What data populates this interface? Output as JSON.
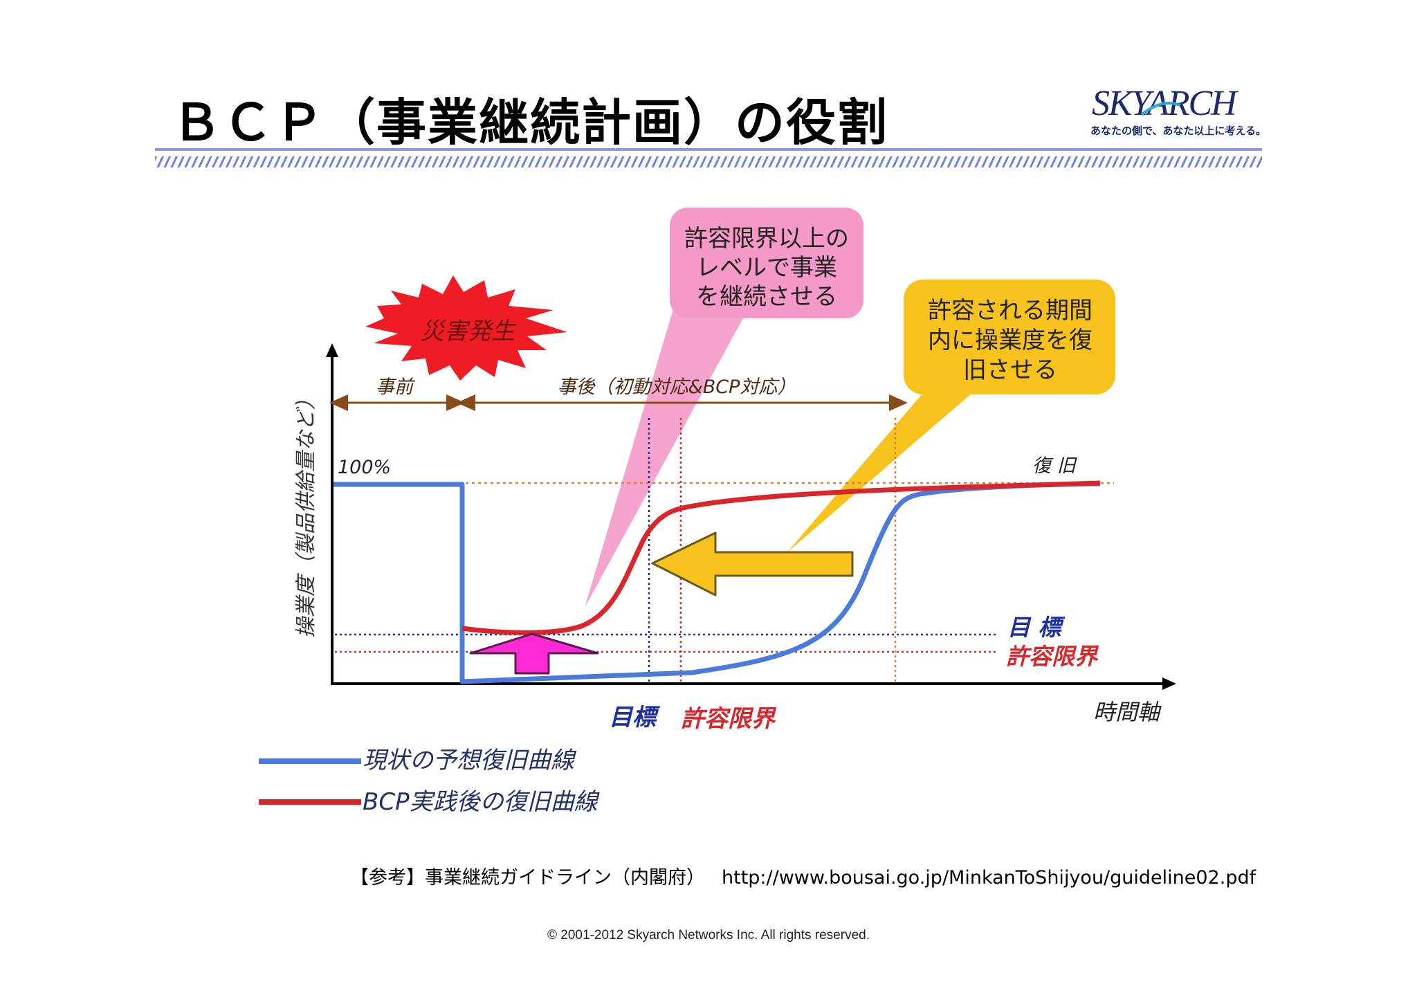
{
  "slide": {
    "title": "ＢＣＰ（事業継続計画）の役割",
    "logo_text": "SKYARCH",
    "logo_tagline": "あなたの側で、あなた以上に考える。"
  },
  "diagram": {
    "burst_label": "災害発生",
    "y_axis_label": "操業度（製品供給量など）",
    "x_axis_label": "時間軸",
    "period_before": "事前",
    "period_after": "事後（初動対応&BCP対応）",
    "label_100": "100%",
    "label_recovery": "復 旧",
    "label_target": "目 標",
    "label_tolerance": "許容限界",
    "x_target": "目標",
    "x_tolerance": "許容限界",
    "callout_pink": [
      "許容限界以上の",
      "レベルで事業",
      "を継続させる"
    ],
    "callout_yellow": [
      "許容される期間",
      "内に操業度を復",
      "旧させる"
    ],
    "legend_current": "現状の予想復旧曲線",
    "legend_bcp": "BCP実践後の復旧曲線",
    "colors": {
      "current_curve": "#4a7bdc",
      "bcp_curve": "#d8262b",
      "target_line": "#1e2fa3",
      "tolerance_line": "#c2342a",
      "pink_callout": "#f59ac8",
      "yellow_callout": "#f7c21b",
      "burst": "#ef1c24",
      "up_arrow": "#ff2ad4"
    }
  },
  "reference": {
    "label": "【参考】事業継続ガイドライン（内閣府）",
    "url": "http://www.bousai.go.jp/MinkanToShijyou/guideline02.pdf"
  },
  "copyright": "© 2001-2012 Skyarch Networks Inc. All rights reserved."
}
